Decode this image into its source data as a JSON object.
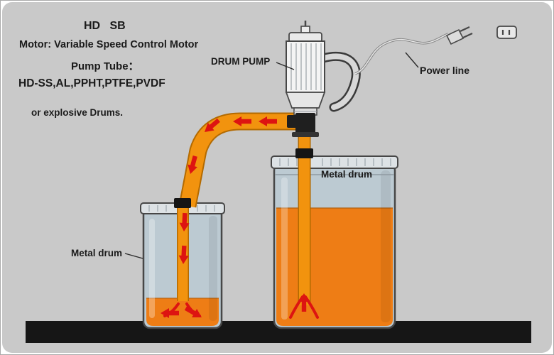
{
  "diagram": {
    "title_block": {
      "model": "HD   SB",
      "motor": "Motor: Variable Speed Control Motor",
      "pump_tube_label": "Pump Tube：",
      "pump_tube_materials": "HD-SS,AL,PPHT,PTFE,PVDF",
      "note": "or explosive Drums."
    },
    "callouts": {
      "drum_pump": "DRUM PUMP",
      "power_line": "Power  line",
      "metal_drum_right": "Metal drum",
      "metal_drum_left": "Metal drum"
    },
    "icons": [
      "plug-icon",
      "outlet-icon",
      "flow-arrow-icon",
      "drum-pump-motor-icon"
    ],
    "colors": {
      "background": "#c9c9c9",
      "liquid": "#ee7d15",
      "pipe": "#f2930e",
      "pipe_edge": "#b36a00",
      "flow_arrow": "#dd1411",
      "drum_body": "#bccad2",
      "drum_lid": "#dde2e5",
      "floor": "#161616",
      "text": "#1b1b1b"
    }
  }
}
